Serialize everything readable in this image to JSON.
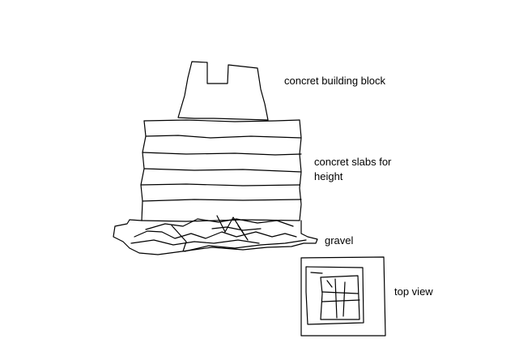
{
  "labels": {
    "building_block": "concret building block",
    "slabs_line1": "concret slabs for",
    "slabs_line2": "height",
    "gravel": "gravel",
    "top_view": "top view"
  },
  "colors": {
    "background": "#ffffff",
    "ink": "#000000"
  }
}
